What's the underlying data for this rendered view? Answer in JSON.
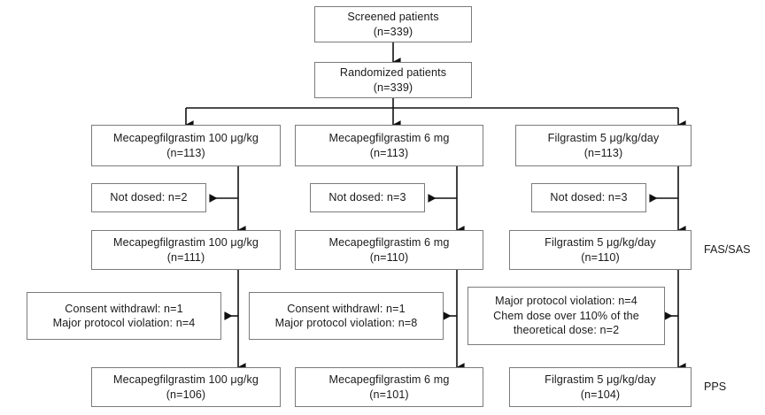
{
  "diagram": {
    "title": "CONSORT participant flow diagram",
    "colors": {
      "box_border": "#7b7b7b",
      "text": "#1a1a1a",
      "connector": "#111111",
      "background": "#ffffff"
    },
    "nodes": {
      "screened": {
        "line1": "Screened patients",
        "line2": "(n=339)"
      },
      "randomized": {
        "line1": "Randomized patients",
        "line2": "(n=339)"
      },
      "arm_a_randomized": {
        "line1": "Mecapegfilgrastim 100 μg/kg",
        "line2": "(n=113)"
      },
      "arm_b_randomized": {
        "line1": "Mecapegfilgrastim 6 mg",
        "line2": "(n=113)"
      },
      "arm_c_randomized": {
        "line1": "Filgrastim 5 μg/kg/day",
        "line2": "(n=113)"
      },
      "arm_a_notdosed": {
        "line1": "Not dosed: n=2"
      },
      "arm_b_notdosed": {
        "line1": "Not dosed: n=3"
      },
      "arm_c_notdosed": {
        "line1": "Not dosed: n=3"
      },
      "arm_a_fas": {
        "line1": "Mecapegfilgrastim 100 μg/kg",
        "line2": "(n=111)"
      },
      "arm_b_fas": {
        "line1": "Mecapegfilgrastim 6 mg",
        "line2": "(n=110)"
      },
      "arm_c_fas": {
        "line1": "Filgrastim 5 μg/kg/day",
        "line2": "(n=110)"
      },
      "arm_a_excluded": {
        "line1": "Consent withdrawl: n=1",
        "line2": "Major protocol violation: n=4"
      },
      "arm_b_excluded": {
        "line1": "Consent withdrawl: n=1",
        "line2": "Major protocol violation: n=8"
      },
      "arm_c_excluded": {
        "line1": "Major protocol violation: n=4",
        "line2": "Chem dose over 110% of the",
        "line3": "theoretical dose: n=2"
      },
      "arm_a_pps": {
        "line1": "Mecapegfilgrastim 100 μg/kg",
        "line2": "(n=106)"
      },
      "arm_b_pps": {
        "line1": "Mecapegfilgrastim 6 mg",
        "line2": "(n=101)"
      },
      "arm_c_pps": {
        "line1": "Filgrastim 5 μg/kg/day",
        "line2": "(n=104)"
      }
    },
    "set_labels": {
      "fas_sas": "FAS/SAS",
      "pps": "PPS"
    }
  }
}
